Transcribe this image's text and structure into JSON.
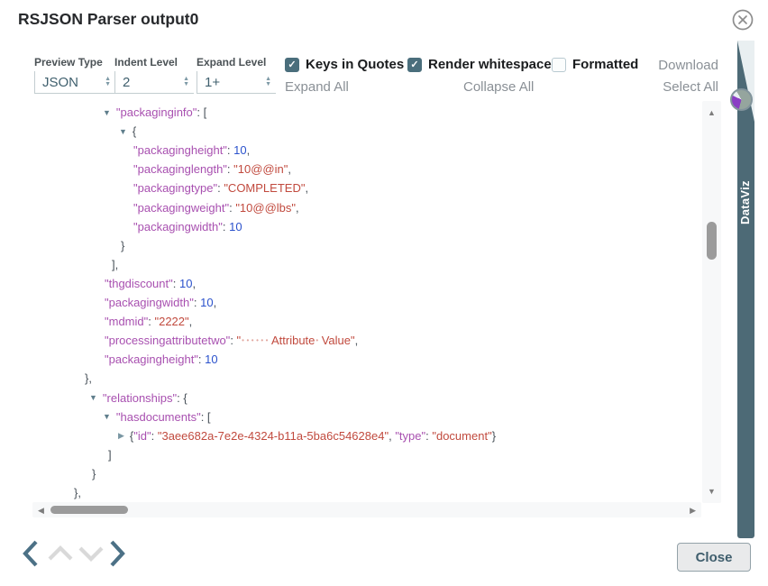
{
  "header": {
    "title": "RSJSON Parser output0"
  },
  "colors": {
    "accent": "#4a6e7c",
    "rail": "#4d6a76",
    "rail-notch": "#e9eff1",
    "key": "#a850b0",
    "string": "#c14a3e",
    "number": "#2b52cc",
    "punct": "#49525a",
    "ws-dot": "#e2a79f",
    "arrow": "#5f7e8c",
    "link": "#8a9096",
    "nav-active": "#4c7186",
    "nav-disabled": "#d9d9d9",
    "scroll-thumb": "#9b9b9b",
    "scroll-arrow": "#7d7d7d",
    "pie-purple": "#8a3fc4",
    "pie-sage": "#95a59e"
  },
  "controls": {
    "selects": [
      {
        "label": "Preview Type",
        "value": "JSON"
      },
      {
        "label": "Indent Level",
        "value": "2"
      },
      {
        "label": "Expand Level",
        "value": "1+"
      }
    ],
    "checkboxes": [
      {
        "label": "Keys in Quotes",
        "checked": true
      },
      {
        "label": "Render whitespace",
        "checked": true
      },
      {
        "label": "Formatted",
        "checked": false
      }
    ],
    "download_label": "Download",
    "expand_all_label": "Expand All",
    "collapse_all_label": "Collapse All",
    "select_all_label": "Select All"
  },
  "side_tab": {
    "label": "DataViz"
  },
  "footer": {
    "close_label": "Close"
  },
  "icons": {
    "spinner_up": "▲",
    "spinner_down": "▼",
    "scroll_up": "▲",
    "scroll_down": "▼",
    "scroll_left": "◀",
    "scroll_right": "▶",
    "check": "✓",
    "collapse_arrow": "▼",
    "expand_arrow": "▶"
  },
  "json_tree": {
    "rows": [
      {
        "indent": 78,
        "segs": [
          [
            "aD",
            "▼"
          ],
          [
            "k",
            "\"packaginginfo\""
          ],
          [
            "p",
            ": ["
          ]
        ]
      },
      {
        "indent": 96,
        "segs": [
          [
            "aD",
            "▼"
          ],
          [
            "p",
            "{"
          ]
        ]
      },
      {
        "indent": 112,
        "segs": [
          [
            "k",
            "\"packagingheight\""
          ],
          [
            "p",
            ": "
          ],
          [
            "n",
            "10"
          ],
          [
            "p",
            ","
          ]
        ]
      },
      {
        "indent": 112,
        "segs": [
          [
            "k",
            "\"packaginglength\""
          ],
          [
            "p",
            ": "
          ],
          [
            "s",
            "\"10@@in\""
          ],
          [
            "p",
            ","
          ]
        ]
      },
      {
        "indent": 112,
        "segs": [
          [
            "k",
            "\"packagingtype\""
          ],
          [
            "p",
            ": "
          ],
          [
            "s",
            "\"COMPLETED\""
          ],
          [
            "p",
            ","
          ]
        ]
      },
      {
        "indent": 112,
        "segs": [
          [
            "k",
            "\"packagingweight\""
          ],
          [
            "p",
            ": "
          ],
          [
            "s",
            "\"10@@lbs\""
          ],
          [
            "p",
            ","
          ]
        ]
      },
      {
        "indent": 112,
        "segs": [
          [
            "k",
            "\"packagingwidth\""
          ],
          [
            "p",
            ": "
          ],
          [
            "n",
            "10"
          ]
        ]
      },
      {
        "indent": 98,
        "segs": [
          [
            "p",
            "}"
          ]
        ]
      },
      {
        "indent": 88,
        "segs": [
          [
            "p",
            "],"
          ]
        ]
      },
      {
        "indent": 80,
        "segs": [
          [
            "k",
            "\"thgdiscount\""
          ],
          [
            "p",
            ": "
          ],
          [
            "n",
            "10"
          ],
          [
            "p",
            ","
          ]
        ]
      },
      {
        "indent": 80,
        "segs": [
          [
            "k",
            "\"packagingwidth\""
          ],
          [
            "p",
            ": "
          ],
          [
            "n",
            "10"
          ],
          [
            "p",
            ","
          ]
        ]
      },
      {
        "indent": 80,
        "segs": [
          [
            "k",
            "\"mdmid\""
          ],
          [
            "p",
            ": "
          ],
          [
            "s",
            "\"2222\""
          ],
          [
            "p",
            ","
          ]
        ]
      },
      {
        "indent": 80,
        "segs": [
          [
            "k",
            "\"processingattributetwo\""
          ],
          [
            "p",
            ": "
          ],
          [
            "s",
            "\""
          ],
          [
            "w",
            "••••••"
          ],
          [
            "s",
            "Attribute"
          ],
          [
            "w",
            "•"
          ],
          [
            "s",
            "Value"
          ],
          [
            "s",
            "\""
          ],
          [
            "p",
            ","
          ]
        ]
      },
      {
        "indent": 80,
        "segs": [
          [
            "k",
            "\"packagingheight\""
          ],
          [
            "p",
            ": "
          ],
          [
            "n",
            "10"
          ]
        ]
      },
      {
        "indent": 58,
        "segs": [
          [
            "p",
            "},"
          ]
        ]
      },
      {
        "indent": 63,
        "segs": [
          [
            "aD",
            "▼"
          ],
          [
            "k",
            "\"relationships\""
          ],
          [
            "p",
            ": {"
          ]
        ]
      },
      {
        "indent": 78,
        "segs": [
          [
            "aD",
            "▼"
          ],
          [
            "k",
            "\"hasdocuments\""
          ],
          [
            "p",
            ": ["
          ]
        ]
      },
      {
        "indent": 95,
        "segs": [
          [
            "aR",
            "▶"
          ],
          [
            "p",
            "{"
          ],
          [
            "k",
            "\"id\""
          ],
          [
            "p",
            ": "
          ],
          [
            "s",
            "\"3aee682a-7e2e-4324-b11a-5ba6c54628e4\""
          ],
          [
            "p",
            ", "
          ],
          [
            "k",
            "\"type\""
          ],
          [
            "p",
            ": "
          ],
          [
            "s",
            "\"document\""
          ],
          [
            "p",
            "}"
          ]
        ]
      },
      {
        "indent": 84,
        "segs": [
          [
            "p",
            "]"
          ]
        ]
      },
      {
        "indent": 66,
        "segs": [
          [
            "p",
            "}"
          ]
        ]
      },
      {
        "indent": 46,
        "segs": [
          [
            "p",
            "},"
          ]
        ]
      }
    ]
  }
}
